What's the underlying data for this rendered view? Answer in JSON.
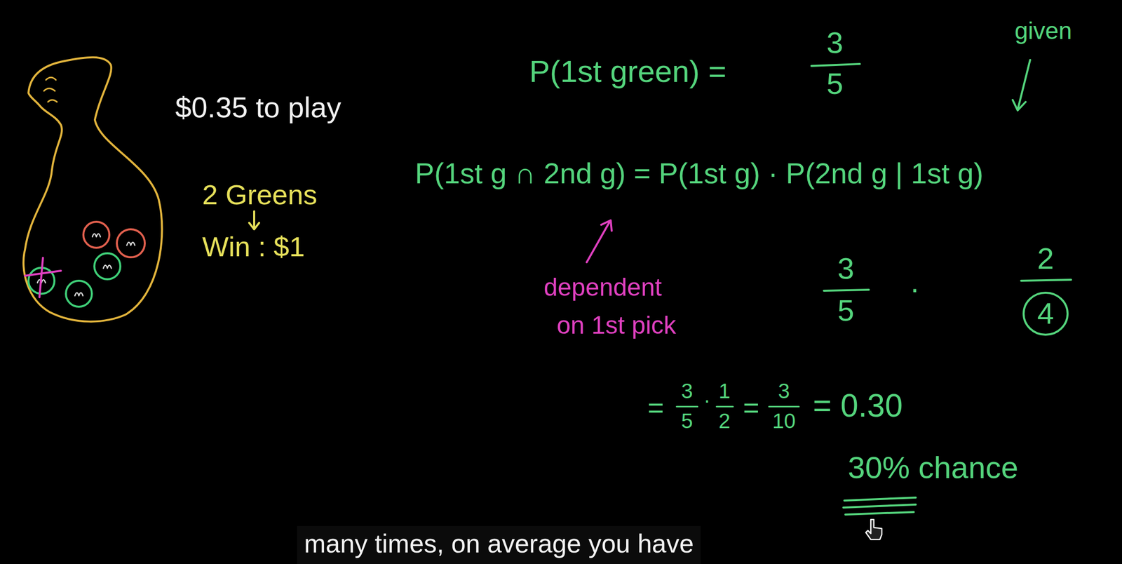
{
  "diagram": {
    "caption": "many times, on average you have",
    "labels": [
      "$0.35 to play",
      "2 Greens",
      "Win : $1",
      "P(1st green) =",
      "3",
      "5",
      "given",
      "P(1st g ∩ 2nd g) = P(1st g) · P(2nd g | 1st g)",
      "dependent",
      "on 1st pick",
      "3",
      "5",
      "·",
      "2",
      "4",
      "=",
      "3",
      "5",
      "·",
      "1",
      "2",
      "=",
      "3",
      "10",
      "= 0.30",
      "30% chance"
    ]
  }
}
